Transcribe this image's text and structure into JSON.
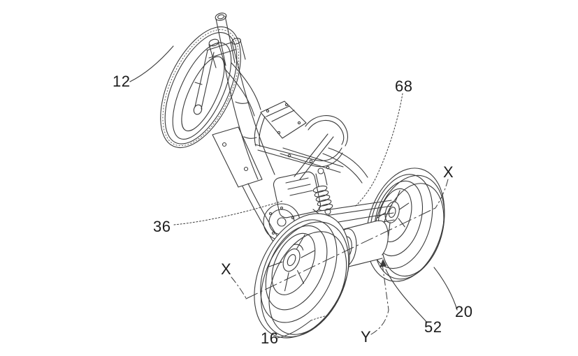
{
  "figure": {
    "type": "patent-line-drawing",
    "background_color": "#ffffff",
    "ink_color": "#3a3a3a",
    "label_color": "#1c1c1c",
    "labels": {
      "ref_12": "12",
      "ref_68": "68",
      "ref_36": "36",
      "axis_x_upper": "X",
      "axis_x_lower": "X",
      "ref_16": "16",
      "axis_y": "Y",
      "ref_52": "52",
      "ref_20": "20"
    }
  }
}
